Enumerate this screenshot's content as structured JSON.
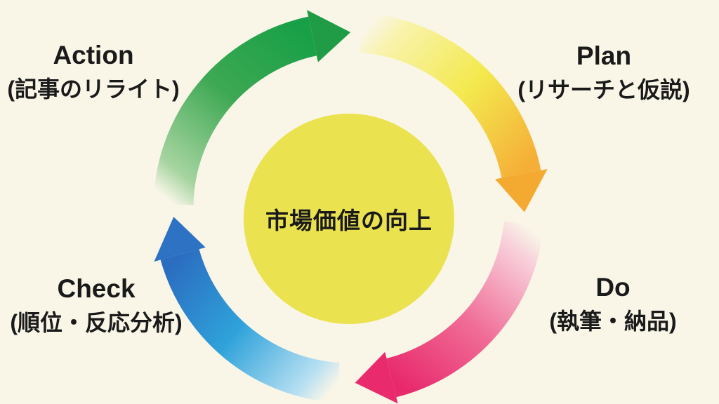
{
  "background_color": "#F9F6E8",
  "center": {
    "label": "市場価値の向上",
    "circle_color": "#EBE250",
    "text_color": "#1A1A1A"
  },
  "cycle": {
    "type": "pdca-cycle",
    "direction": "clockwise",
    "segments": [
      {
        "id": "plan",
        "title": "Plan",
        "subtitle": "(リサーチと仮説)",
        "gradient": [
          "#F9F3AC",
          "#F3E94E",
          "#F5AE37"
        ],
        "arrowhead_color": "#F4A930"
      },
      {
        "id": "do",
        "title": "Do",
        "subtitle": "(執筆・納品)",
        "gradient": [
          "#F8CFDA",
          "#F06C96",
          "#E8296C"
        ],
        "arrowhead_color": "#E92A6C"
      },
      {
        "id": "check",
        "title": "Check",
        "subtitle": "(順位・反応分析)",
        "gradient": [
          "#B5DFF2",
          "#2FA2DA",
          "#2B6DC0"
        ],
        "arrowhead_color": "#2E72C3"
      },
      {
        "id": "action",
        "title": "Action",
        "subtitle": "(記事のリライト)",
        "gradient": [
          "#A6D4A0",
          "#3DA853",
          "#17A047"
        ],
        "arrowhead_color": "#1F9C45"
      }
    ]
  }
}
